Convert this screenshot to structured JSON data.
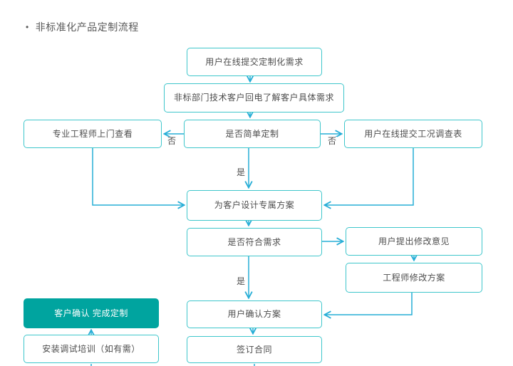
{
  "title": "非标准化产品定制流程",
  "title_bullet": "•",
  "colors": {
    "box_border": "#3ec6cb",
    "arrow": "#26add6",
    "teal_fill": "#00a49f",
    "text": "#4d4d4d",
    "title_color": "#595959"
  },
  "nodes": {
    "submit_request": {
      "label": "用户在线提交定制化需求"
    },
    "callback": {
      "label": "非标部门技术客户回电了解客户具体需求"
    },
    "engineer_visit": {
      "label": "专业工程师上门查看"
    },
    "simple_custom": {
      "label": "是否简单定制"
    },
    "survey_form": {
      "label": "用户在线提交工况调查表"
    },
    "design_plan": {
      "label": "为客户设计专属方案"
    },
    "meets_needs": {
      "label": "是否符合需求"
    },
    "feedback": {
      "label": "用户提出修改意见"
    },
    "revise_plan": {
      "label": "工程师修改方案"
    },
    "confirm_plan": {
      "label": "用户确认方案"
    },
    "sign_contract": {
      "label": "签订合同"
    },
    "complete": {
      "label": "客户确认 完成定制"
    },
    "install_training": {
      "label": "安装调试培训（如有需）"
    }
  },
  "edge_labels": {
    "no_left": "否",
    "no_right": "否",
    "yes_1": "是",
    "yes_2": "是"
  }
}
